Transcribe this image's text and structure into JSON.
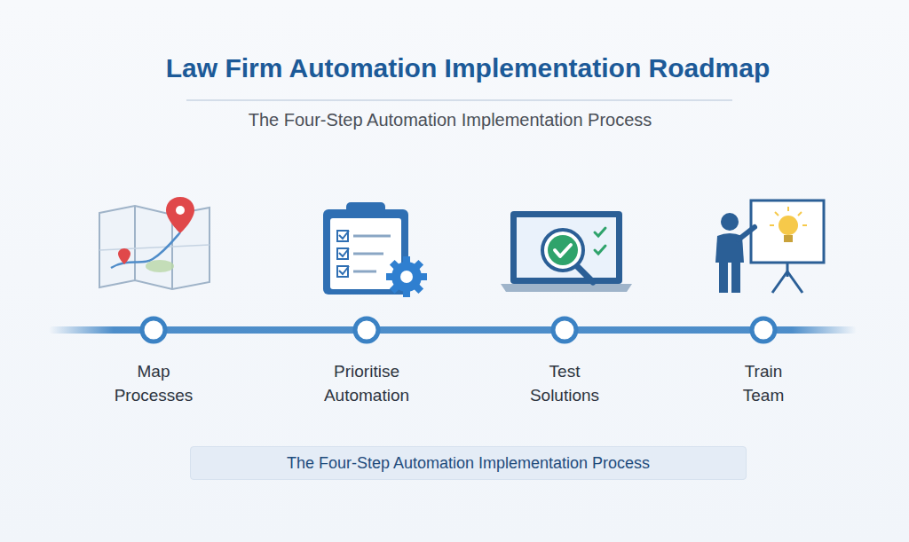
{
  "diagram": {
    "title": "Law Firm Automation Implementation Roadmap",
    "nodes": [
      {
        "text": [
          "The Four-Step Automation Implementation Process"
        ]
      }
    ],
    "labels": [
      "The Four-Step Automation Implementation Process",
      "Map Processes",
      "Prioritise Automation",
      "Test Solutions",
      "Train Team"
    ]
  }
}
